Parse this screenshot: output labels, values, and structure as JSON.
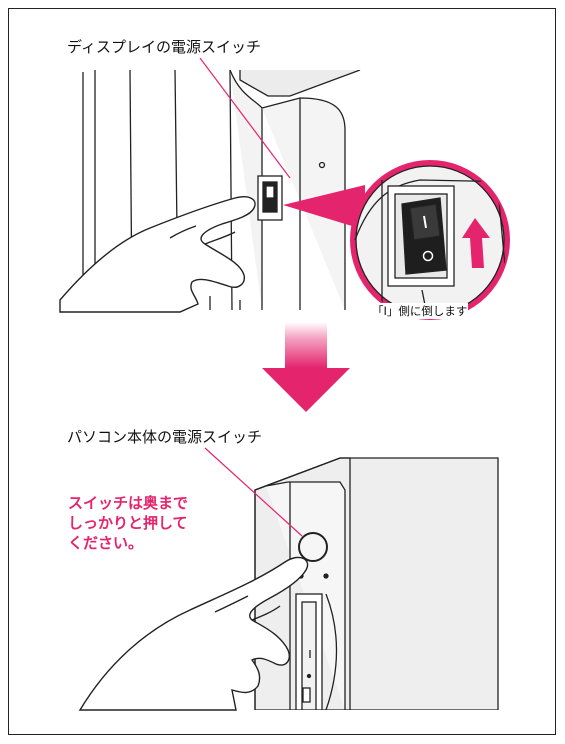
{
  "display_section": {
    "label": "ディスプレイの電源スイッチ",
    "callout_text": "「I」側に倒します"
  },
  "pc_section": {
    "label": "パソコン本体の電源スイッチ",
    "note_lines": [
      "スイッチは奥まで",
      "しっかりと押して",
      "ください。"
    ]
  },
  "colors": {
    "accent_pink": "#e5246e",
    "outline": "#222222",
    "panel_gray": "#efefef"
  },
  "icons": {
    "transition_arrow": "down-arrow-icon",
    "switch_direction": "up-arrow-icon"
  }
}
